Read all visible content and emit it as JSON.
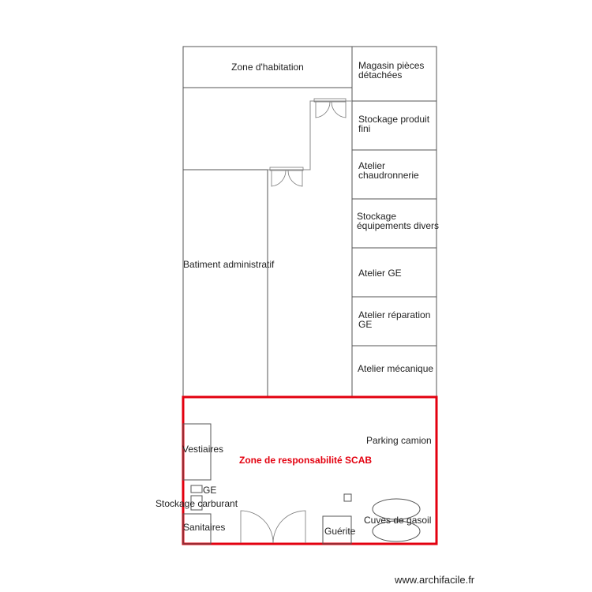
{
  "rooms": {
    "zone_habitation": "Zone d'habitation",
    "magasin_line1": "Magasin pièces",
    "magasin_line2": "détachées",
    "stockage_fini_line1": "Stockage produit",
    "stockage_fini_line2": "fini",
    "chaudronnerie_line1": "Atelier",
    "chaudronnerie_line2": "chaudronnerie",
    "equipements_line1": "Stockage",
    "equipements_line2": "équipements divers",
    "atelier_ge": "Atelier GE",
    "reparation_line1": "Atelier réparation",
    "reparation_line2": "GE",
    "mecanique": "Atelier mécanique",
    "batiment_admin": "Batiment administratif",
    "vestiaires": "Vestiaires",
    "ge": "GE",
    "stockage_carburant": "Stockage carburant",
    "sanitaires": "Sanitaires",
    "guerite": "Guérite",
    "parking_camion": "Parking camion",
    "cuves_gasoil": "Cuves de gasoil"
  },
  "zone": {
    "label": "Zone de responsabilité SCAB",
    "color": "#e3000f"
  },
  "footer": {
    "watermark": "www.archifacile.fr"
  }
}
